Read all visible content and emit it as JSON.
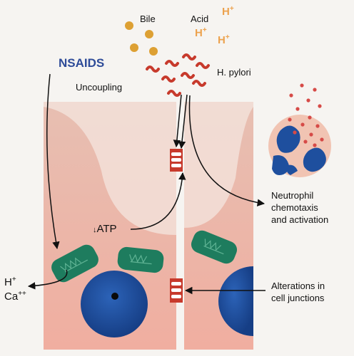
{
  "diagram": {
    "labels": {
      "bile": "Bile",
      "acid": "Acid",
      "h_plus": "H",
      "plus": "+",
      "h_pylori": "H. pylori",
      "nsaids": "NSAIDS",
      "uncoupling": "Uncoupling",
      "atp": "ATP",
      "atp_arrow": "↓",
      "neutrophil": [
        "Neutrophil",
        "chemotaxis",
        "and activation"
      ],
      "cell_junctions": [
        "Alterations in",
        "cell junctions"
      ],
      "calcium": "Ca",
      "plus_plus": "++"
    },
    "colors": {
      "cell_top": "#e7bfb2",
      "cell_bottom": "#f0aea0",
      "mitochondria": "#1e7c5e",
      "nucleus": "#1e4f9e",
      "bile_dot": "#dda033",
      "h_pylori": "#c73a2c",
      "neutrophil_body": "#f1c4b3",
      "neutrophil_granule": "#d64a47",
      "acid_text": "#eca24e",
      "nsaids_text": "#2e4b98"
    }
  }
}
